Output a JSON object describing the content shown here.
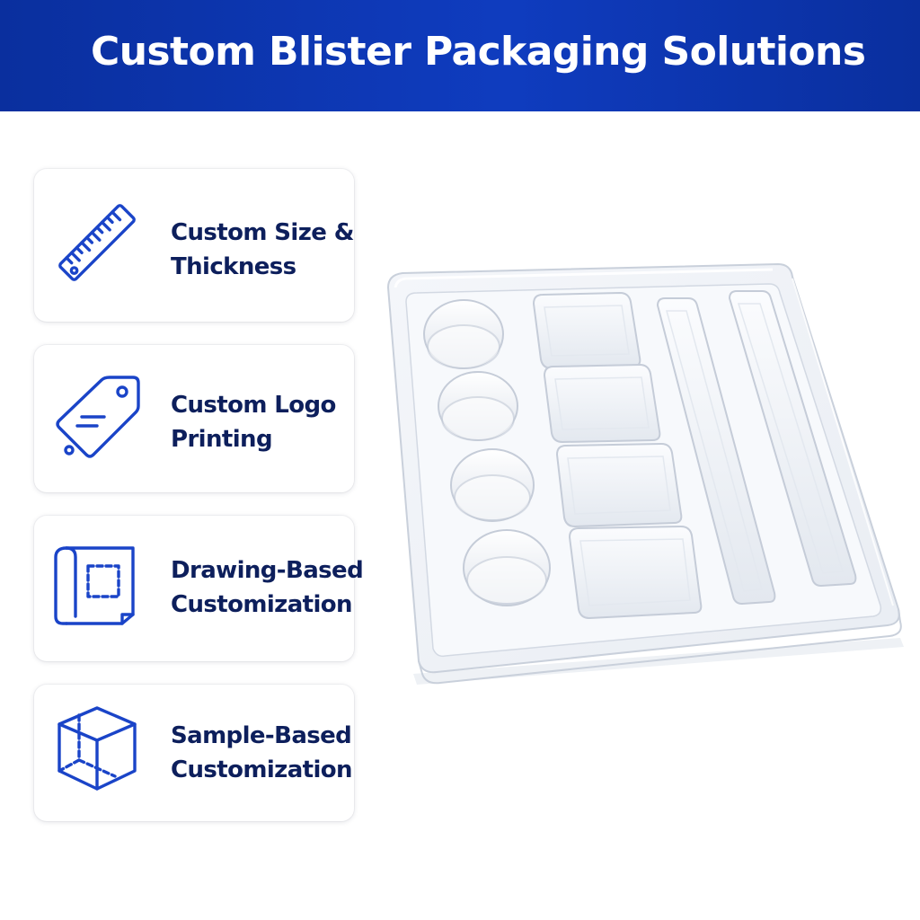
{
  "header": {
    "title": "Custom Blister Packaging Solutions",
    "background": "#0f3cbf"
  },
  "features": [
    {
      "icon": "ruler-icon",
      "lines": [
        "Custom Size &",
        "Thickness"
      ]
    },
    {
      "icon": "tag-icon",
      "lines": [
        "Custom Logo",
        "Printing"
      ]
    },
    {
      "icon": "blueprint-icon",
      "lines": [
        "Drawing-Based",
        "Customization"
      ]
    },
    {
      "icon": "cube-icon",
      "lines": [
        "Sample-Based",
        "Customization"
      ]
    }
  ],
  "colors": {
    "accent": "#1a44c8",
    "text": "#0d1f5c"
  }
}
